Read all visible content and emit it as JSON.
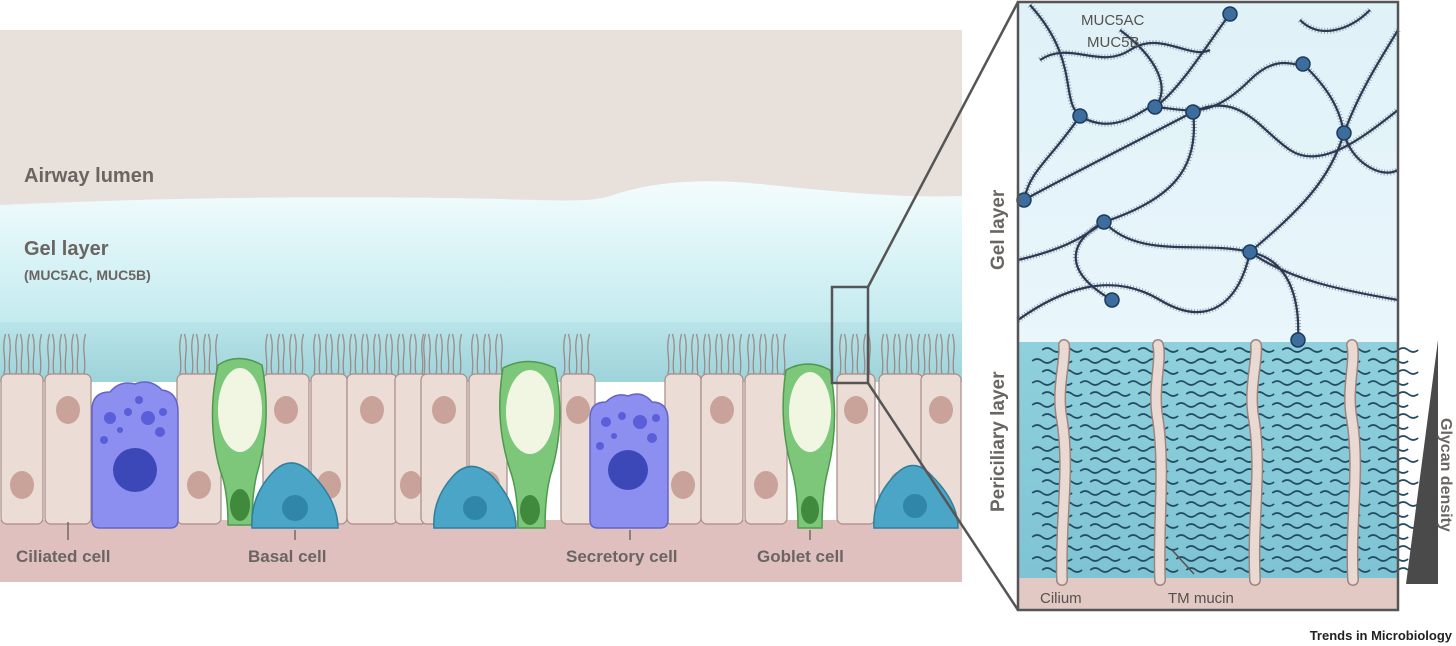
{
  "left_panel": {
    "airway_lumen": "Airway lumen",
    "gel_layer": "Gel layer",
    "gel_layer_sub": "(MUC5AC, MUC5B)",
    "cell_labels": {
      "ciliated": "Ciliated cell",
      "basal": "Basal cell",
      "secretory": "Secretory cell",
      "goblet": "Goblet cell"
    }
  },
  "right_panel": {
    "muc5ac": "MUC5AC",
    "muc5b": "MUC5B",
    "gel_layer": "Gel layer",
    "periciliary_layer": "Periciliary layer",
    "cilium": "Cilium",
    "tm_mucin": "TM mucin",
    "glycan_density": "Glycan density"
  },
  "credit": "Trends in Microbiology",
  "colors": {
    "lumen": "#e9e1dc",
    "gel": "#c9eef2",
    "pcl": "#9fd6dd",
    "tissue": "#dcbcbc",
    "ciliated": "#ecdcd6",
    "secretory": "#8c8ef0",
    "goblet": "#7cc77a",
    "basal": "#4aa5c6"
  }
}
